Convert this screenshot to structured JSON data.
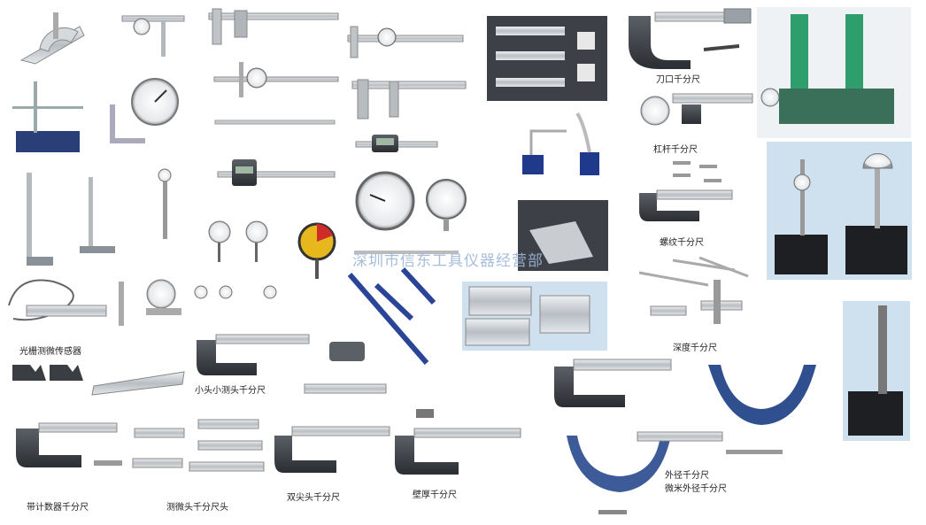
{
  "labels": {
    "knife_edge": "刀口千分尺",
    "lever": "杠杆千分尺",
    "thread": "螺纹千分尺",
    "grating": "光栅测微传感器",
    "small_head": "小头小测头千分尺",
    "depth": "深度千分尺",
    "counter": "带计数器千分尺",
    "micrometer_head": "测微头千分尺头",
    "double_point": "双尖头千分尺",
    "wall_thickness": "壁厚千分尺",
    "outside": "外径千分尺",
    "micron_outside": "微米外径千分尺"
  },
  "watermark": "深圳市信东工具仪器经营部",
  "colors": {
    "metal": "#c8ccd0",
    "dark_metal": "#8a9098",
    "frame_blue": "#2f4f8f",
    "granite": "#1e1f22",
    "green_fixture": "#2f9e6d",
    "photo_bg_dark": "#3d4046",
    "photo_bg_light": "#cfe0ef",
    "watermark": "#9db6d8"
  }
}
